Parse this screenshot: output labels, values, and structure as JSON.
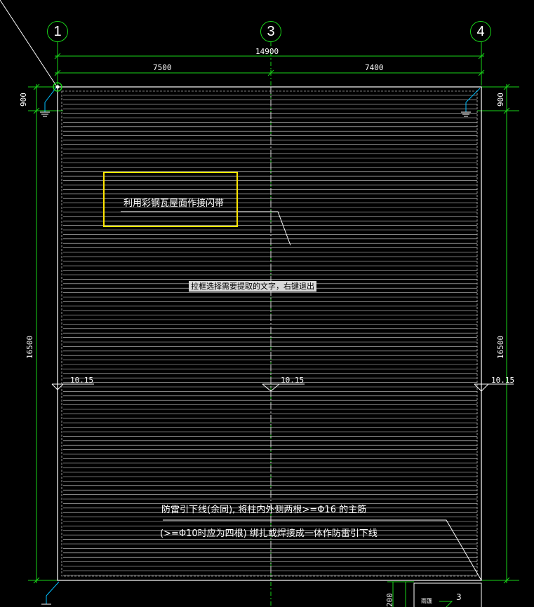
{
  "axes": {
    "a1": "1",
    "a3": "3",
    "a4": "4"
  },
  "dims": {
    "total": "14900",
    "left": "7500",
    "right": "7400",
    "top_left": "900",
    "top_right": "900",
    "height_left": "16500",
    "height_right": "16500",
    "bottom_small": "200"
  },
  "notes": {
    "roof_strip": "利用彩钢瓦屋面作接闪带",
    "tooltip": "拉框选择需要提取的文字，右键退出",
    "downlead_1": "防雷引下线(余同), 将柱内外侧两根>=Φ16 的主筋",
    "downlead_2": "(>=Φ10时应为四根) 绑扎或焊接成一体作防雷引下线"
  },
  "elevations": {
    "e1": "10.15",
    "e2": "10.15",
    "e3": "10.15"
  },
  "bottom": {
    "label": "雨篷",
    "num": "3"
  },
  "colors": {
    "grid": "#19d319",
    "roof": "#ffffff",
    "highlight": "#ffe600",
    "leader": "#00bfff"
  }
}
